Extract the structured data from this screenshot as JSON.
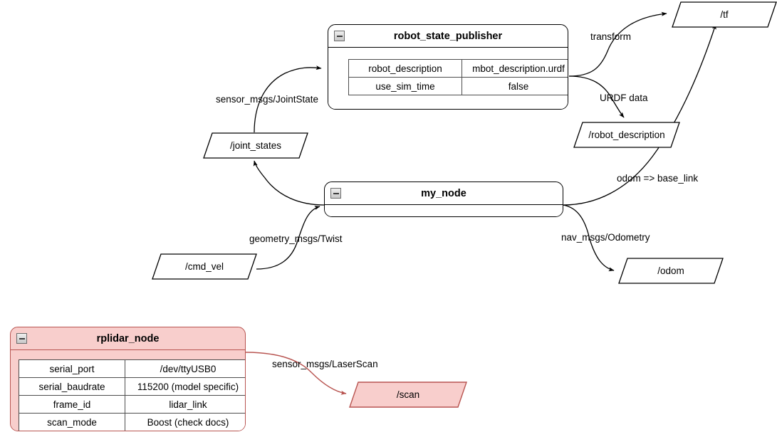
{
  "diagram": {
    "title": "ROS node graph",
    "colors": {
      "stroke": "#000000",
      "accent_stroke": "#b85450",
      "accent_fill": "#f8cecc",
      "table_border": "#4d4d4d",
      "background": "#ffffff"
    }
  },
  "nodes": [
    {
      "id": "robot_state_publisher",
      "title": "robot_state_publisher",
      "collapse_icon": "minus-box-icon",
      "accent": false,
      "params": [
        {
          "key": "robot_description",
          "value": "mbot_description.urdf"
        },
        {
          "key": "use_sim_time",
          "value": "false"
        }
      ]
    },
    {
      "id": "my_node",
      "title": "my_node",
      "collapse_icon": "minus-box-icon",
      "accent": false,
      "params": []
    },
    {
      "id": "rplidar_node",
      "title": "rplidar_node",
      "collapse_icon": "minus-box-icon",
      "accent": true,
      "params": [
        {
          "key": "serial_port",
          "value": "/dev/ttyUSB0"
        },
        {
          "key": "serial_baudrate",
          "value": "115200 (model specific)"
        },
        {
          "key": "frame_id",
          "value": "lidar_link"
        },
        {
          "key": "scan_mode",
          "value": "Boost (check docs)"
        }
      ]
    }
  ],
  "topics": [
    {
      "id": "tf",
      "label": "/tf",
      "accent": false
    },
    {
      "id": "robot_description",
      "label": "/robot_description",
      "accent": false
    },
    {
      "id": "joint_states",
      "label": "/joint_states",
      "accent": false
    },
    {
      "id": "odom",
      "label": "/odom",
      "accent": false
    },
    {
      "id": "cmd_vel",
      "label": "/cmd_vel",
      "accent": false
    },
    {
      "id": "scan",
      "label": "/scan",
      "accent": true
    }
  ],
  "edges": [
    {
      "id": "joint-states-to-rsp",
      "label": "sensor_msgs/JointState",
      "from": "joint_states",
      "to": "robot_state_publisher",
      "accent": false
    },
    {
      "id": "rsp-to-tf",
      "label": "transform",
      "from": "robot_state_publisher",
      "to": "tf",
      "accent": false
    },
    {
      "id": "rsp-to-robot-description",
      "label": "URDF data",
      "from": "robot_state_publisher",
      "to": "robot_description",
      "accent": false
    },
    {
      "id": "cmd-vel-to-my-node",
      "label": "geometry_msgs/Twist",
      "from": "cmd_vel",
      "to": "my_node",
      "accent": false
    },
    {
      "id": "my-node-to-joint-states",
      "label": "",
      "from": "my_node",
      "to": "joint_states",
      "accent": false
    },
    {
      "id": "my-node-to-tf",
      "label": "odom => base_link",
      "from": "my_node",
      "to": "tf",
      "accent": false
    },
    {
      "id": "my-node-to-odom",
      "label": "nav_msgs/Odometry",
      "from": "my_node",
      "to": "odom",
      "accent": false
    },
    {
      "id": "rplidar-to-scan",
      "label": "sensor_msgs/LaserScan",
      "from": "rplidar_node",
      "to": "scan",
      "accent": true
    }
  ]
}
